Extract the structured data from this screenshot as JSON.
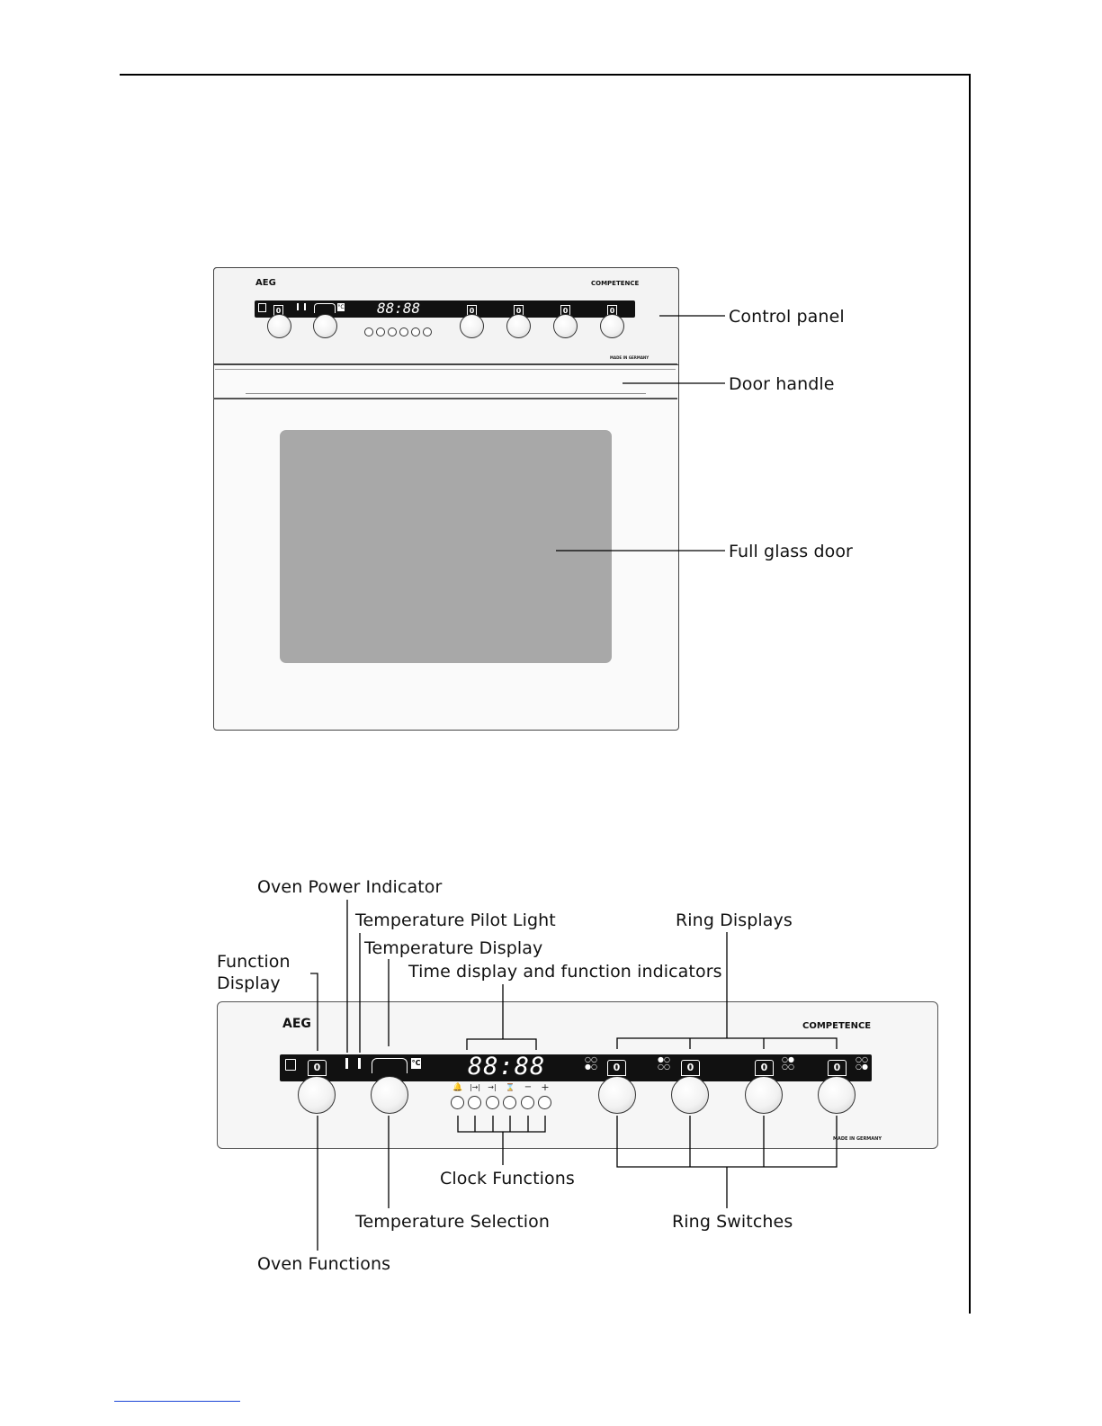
{
  "upper_diagram": {
    "brand": "AEG",
    "series": "COMPETENCE",
    "made_in": "MADE IN GERMANY",
    "labels": {
      "control_panel": "Control panel",
      "door_handle": "Door handle",
      "full_glass_door": "Full glass door"
    },
    "display_text": "88:88",
    "knob_values": [
      "0",
      "0",
      "0",
      "0"
    ]
  },
  "lower_diagram": {
    "brand": "AEG",
    "series": "COMPETENCE",
    "made_in": "MADE IN GERMANY",
    "display_text": "88:88",
    "knob_values": [
      "0",
      "0",
      "0",
      "0",
      "0"
    ],
    "degree_symbol": "°C",
    "clock_symbols": [
      "🔔",
      "|→|",
      "→|",
      "⌛",
      "−",
      "+"
    ],
    "labels": {
      "oven_power_indicator": "Oven Power Indicator",
      "temperature_pilot_light": "Temperature Pilot Light",
      "temperature_display": "Temperature Display",
      "function_display": "Function\nDisplay",
      "time_display": "Time display and function indicators",
      "ring_displays": "Ring Displays",
      "clock_functions": "Clock Functions",
      "temperature_selection": "Temperature Selection",
      "ring_switches": "Ring Switches",
      "oven_functions": "Oven Functions"
    }
  },
  "colors": {
    "panel_strip": "#111111",
    "glass": "#a8a8a8",
    "footer_link": "#1a44d6"
  }
}
